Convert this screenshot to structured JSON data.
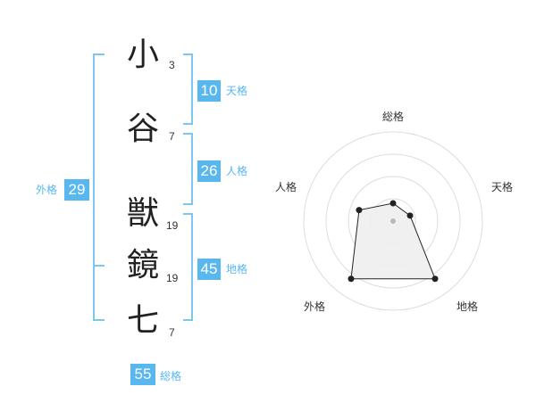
{
  "name_chars": [
    {
      "char": "小",
      "strokes": "3"
    },
    {
      "char": "谷",
      "strokes": "7"
    },
    {
      "char": "獣",
      "strokes": "19"
    },
    {
      "char": "鏡",
      "strokes": "19"
    },
    {
      "char": "七",
      "strokes": "7"
    }
  ],
  "kakusu": {
    "tenkaku": {
      "value": "10",
      "label": "天格"
    },
    "jinkaku": {
      "value": "26",
      "label": "人格"
    },
    "chikaku": {
      "value": "45",
      "label": "地格"
    },
    "gaikaku": {
      "value": "29",
      "label": "外格"
    },
    "soukaku": {
      "value": "55",
      "label": "総格"
    }
  },
  "chart_data": {
    "type": "radar",
    "axes": [
      "総格",
      "天格",
      "地格",
      "外格",
      "人格"
    ],
    "values": [
      0.2,
      0.2,
      0.8,
      0.8,
      0.4
    ],
    "range": [
      0,
      1
    ],
    "rings": 4,
    "colors": {
      "fill": "#eeeeee",
      "stroke": "#222222",
      "ring": "#dddddd",
      "center": "#bbbbbb"
    }
  },
  "colors": {
    "accent": "#59b7f0",
    "bracket": "#7cc6f4"
  }
}
